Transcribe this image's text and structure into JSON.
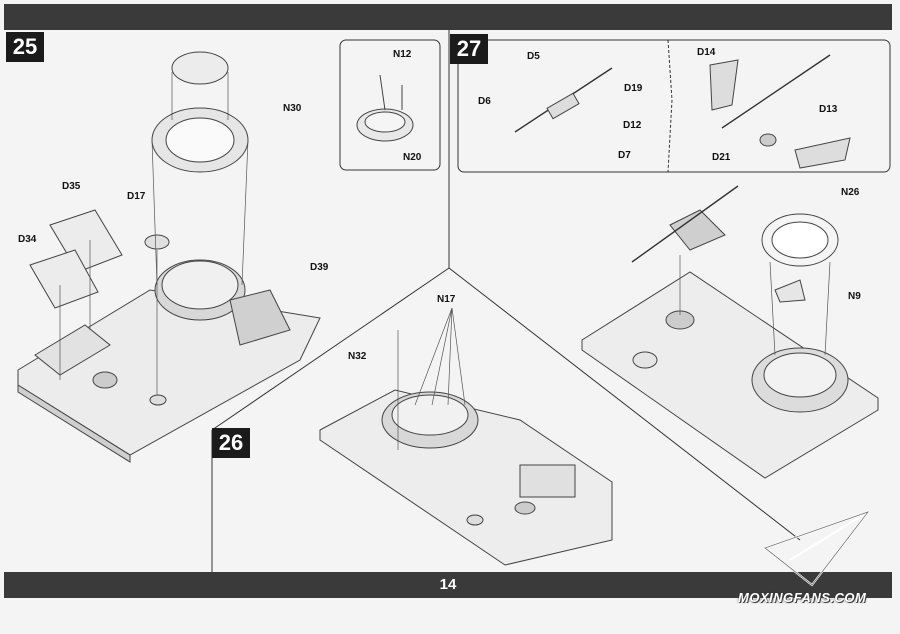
{
  "page": {
    "number": "14"
  },
  "steps": [
    {
      "number": "25"
    },
    {
      "number": "26"
    },
    {
      "number": "27"
    }
  ],
  "parts": {
    "N30": "N30",
    "D35": "D35",
    "D17": "D17",
    "D34": "D34",
    "D39": "D39",
    "N12": "N12",
    "N20": "N20",
    "D5": "D5",
    "D19": "D19",
    "D6": "D6",
    "D12": "D12",
    "D7": "D7",
    "D14": "D14",
    "D13": "D13",
    "D21": "D21",
    "N26": "N26",
    "N9": "N9",
    "N17": "N17",
    "N32": "N32"
  },
  "watermark": {
    "text": "MOXINGFANS.COM"
  },
  "colors": {
    "bar": "#3a3a3a",
    "paper": "#f4f4f4",
    "step_box": "#1b1b1b"
  }
}
